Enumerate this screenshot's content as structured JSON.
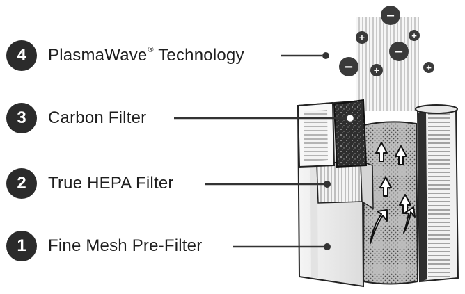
{
  "labels": [
    {
      "number": "4",
      "text": "PlasmaWave",
      "mark": "®",
      "suffix": " Technology"
    },
    {
      "number": "3",
      "text": "Carbon Filter",
      "mark": "",
      "suffix": ""
    },
    {
      "number": "2",
      "text": "True HEPA Filter",
      "mark": "",
      "suffix": ""
    },
    {
      "number": "1",
      "text": "Fine Mesh Pre-Filter",
      "mark": "",
      "suffix": ""
    }
  ],
  "ions": {
    "negative_symbol": "−",
    "positive_symbol": "+"
  },
  "colors": {
    "ink": "#2b2b2b",
    "leader": "#333333",
    "carbon": "#3a3a3a",
    "background": "#ffffff"
  }
}
